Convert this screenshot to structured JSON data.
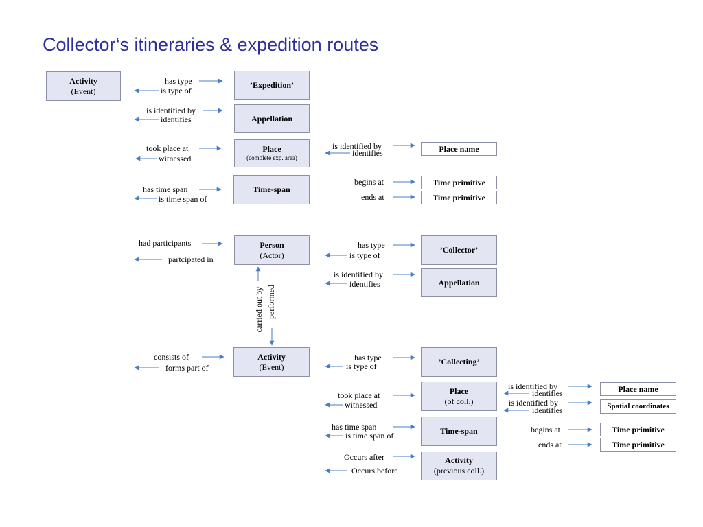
{
  "title": "Collector‘s itineraries & expedition routes",
  "boxes": {
    "activity_event": {
      "main": "Activity",
      "sub": "(Event)"
    },
    "expedition": {
      "main": "’Expedition’"
    },
    "appellation1": {
      "main": "Appellation"
    },
    "place1": {
      "main": "Place",
      "sub": "(complete exp. area)"
    },
    "timespan1": {
      "main": "Time-span"
    },
    "place_name1": {
      "main": "Place name"
    },
    "time_primitive1": {
      "main": "Time primitive"
    },
    "time_primitive2": {
      "main": "Time primitive"
    },
    "person": {
      "main": "Person",
      "sub": "(Actor)"
    },
    "collector": {
      "main": "’Collector’"
    },
    "appellation2": {
      "main": "Appellation"
    },
    "activity_event2": {
      "main": "Activity",
      "sub": "(Event)"
    },
    "collecting": {
      "main": "’Collecting’"
    },
    "place2": {
      "main": "Place",
      "sub": "(of coll.)"
    },
    "place_name2": {
      "main": "Place name"
    },
    "spatial_coordinates": {
      "main": "Spatial coordinates"
    },
    "timespan2": {
      "main": "Time-span"
    },
    "time_primitive3": {
      "main": "Time primitive"
    },
    "time_primitive4": {
      "main": "Time primitive"
    },
    "activity_prev": {
      "main": "Activity",
      "sub": "(previous coll.)"
    }
  },
  "labels": {
    "has_type1": "has type",
    "is_type_of1": "is type of",
    "is_identified_by1": "is identified by",
    "identifies1": "identifies",
    "took_place_at1": "took place at",
    "witnessed1": "witnessed",
    "has_time_span1": "has time span",
    "is_time_span_of1": "is time span of",
    "is_identified_by2": "is identified by",
    "identifies2": "identifies",
    "begins_at1": "begins at",
    "ends_at1": "ends at",
    "had_participants": "had participants",
    "partcipated_in": "partcipated in",
    "has_type2": "has type",
    "is_type_of2": "is type of",
    "is_identified_by3": "is identified by",
    "identifies3": "identifies",
    "carried_out_by": "carried out by",
    "performed": "performed",
    "consists_of": "consists of",
    "forms_part_of": "forms part of",
    "has_type3": "has type",
    "is_type_of3": "is type of",
    "took_place_at2": "took place at",
    "witnessed2": "witnessed",
    "is_identified_by4": "is identified by",
    "identifies4": "identifies",
    "is_identified_by5": "is identified by",
    "identifies5": "identifies",
    "has_time_span2": "has time span",
    "is_time_span_of2": "is time span of",
    "begins_at2": "begins at",
    "ends_at2": "ends at",
    "occurs_after": "Occurs after",
    "occurs_before": "Occurs before"
  },
  "colors": {
    "title": "#2e2e9c",
    "box_fill": "#e3e6f2",
    "box_border": "#8c90a6",
    "arrow": "#4a7ec2"
  }
}
